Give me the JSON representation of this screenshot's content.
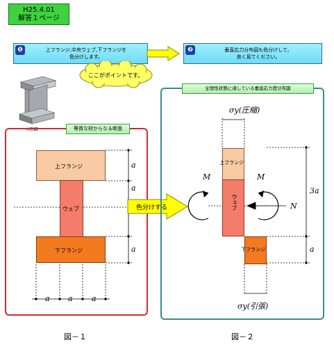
{
  "header": {
    "line1": "H25.4.01",
    "line2": "解答１ページ"
  },
  "step1": {
    "num": "❶",
    "text1": "上フランジ,中央ウェブ,下フランジを",
    "text2": "色分けします。"
  },
  "step2": {
    "num": "❷",
    "text1": "垂直応力分布図も色分けして、",
    "text2": "良く見てください。"
  },
  "callout": {
    "text": "ここがポイントです。"
  },
  "ibeam": {
    "caption": "H形鋼"
  },
  "fig1": {
    "tag": "等質な材からなる断面",
    "top": "上フランジ",
    "web": "ウェブ",
    "bottom": "下フランジ",
    "dim_a": "a",
    "caption": "図－１"
  },
  "arrow": {
    "label": "色分けする"
  },
  "fig2": {
    "tag": "全塑性状態に達している垂直応力度分布図",
    "sigma_top": "σy(圧縮)",
    "sigma_bot": "σy(引張)",
    "top": "上フランジ",
    "web": "ウェブ",
    "bottom": "下フランジ",
    "M": "M",
    "N": "N",
    "dim_3a": "3a",
    "dim_a": "a",
    "caption": "図－２"
  },
  "colors": {
    "top_flange": "#f9cba4",
    "web": "#f47c6a",
    "bottom_flange": "#f47a20",
    "frame1": "#d22a2a",
    "frame2": "#3a8c8c"
  }
}
